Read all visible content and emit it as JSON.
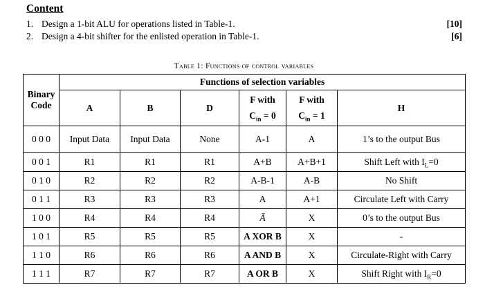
{
  "content": {
    "heading": "Content",
    "items": [
      {
        "number": "1.",
        "text": "Design a 1-bit ALU for operations listed in Table-1.",
        "marks": "[10]"
      },
      {
        "number": "2.",
        "text": "Design a 4-bit shifter for the enlisted operation in Table-1.",
        "marks": "[6]"
      }
    ]
  },
  "table": {
    "caption": "Table 1: Functions of control variables",
    "corner_header": "Binary Code",
    "group_header": "Functions of selection variables",
    "columns": {
      "a": "A",
      "b": "B",
      "d": "D",
      "f0": {
        "line1": "F with",
        "base": "C",
        "sub": "in",
        "eq": " = 0"
      },
      "f1": {
        "line1": "F with",
        "base": "C",
        "sub": "in",
        "eq": " = 1"
      },
      "h": "H"
    },
    "rows": [
      {
        "code": "0 0 0",
        "a": "Input Data",
        "b": "Input Data",
        "d": "None",
        "f0": "A-1",
        "f1": "A",
        "h": "1’s to the output Bus"
      },
      {
        "code": "0 0 1",
        "a": "R1",
        "b": "R1",
        "d": "R1",
        "f0": "A+B",
        "f1": "A+B+1",
        "h_pre": "Shift Left with I",
        "h_sub": "L",
        "h_post": "=0"
      },
      {
        "code": "0 1 0",
        "a": "R2",
        "b": "R2",
        "d": "R2",
        "f0": "A-B-1",
        "f1": "A-B",
        "h": "No Shift"
      },
      {
        "code": "0 1 1",
        "a": "R3",
        "b": "R3",
        "d": "R3",
        "f0": "A",
        "f1": "A+1",
        "h": "Circulate Left with Carry"
      },
      {
        "code": "1 0 0",
        "a": "R4",
        "b": "R4",
        "d": "R4",
        "f0": "Ā",
        "f1": "X",
        "h": "0’s to the output Bus"
      },
      {
        "code": "1 0 1",
        "a": "R5",
        "b": "R5",
        "d": "R5",
        "f0": "A XOR B",
        "f1": "X",
        "h": "-"
      },
      {
        "code": "1 1 0",
        "a": "R6",
        "b": "R6",
        "d": "R6",
        "f0": "A AND B",
        "f1": "X",
        "h": "Circulate-Right with Carry"
      },
      {
        "code": "1 1 1",
        "a": "R7",
        "b": "R7",
        "d": "R7",
        "f0": "A OR B",
        "f1": "X",
        "h_pre": "Shift Right with I",
        "h_sub": "R",
        "h_post": "=0"
      }
    ]
  }
}
